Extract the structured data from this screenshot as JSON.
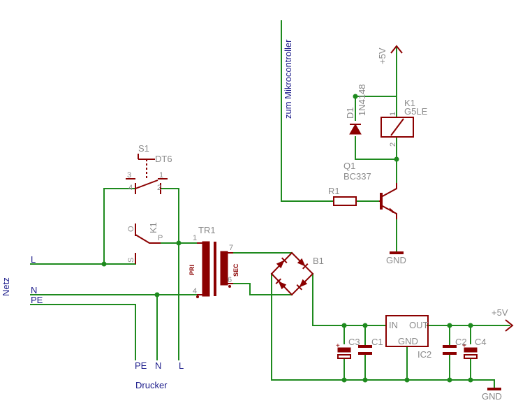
{
  "labels": {
    "netz": "Netz",
    "drucker": "Drucker",
    "mcu": "zum Mikrocontroller",
    "vcc_top": "+5V",
    "vcc_right": "+5V",
    "gnd_q1": "GND",
    "gnd_bottom": "GND",
    "net_L": "L",
    "net_N": "N",
    "net_PE": "PE",
    "out_PE": "PE",
    "out_N": "N",
    "out_L": "L"
  },
  "components": {
    "s1": {
      "name": "S1",
      "value": "DT6",
      "pin1": "1",
      "pin2": "2",
      "pin3": "3",
      "pin4": "4"
    },
    "k1_contact": {
      "name": "K1",
      "pin_o": "O",
      "pin_p": "P",
      "pin_s": "S"
    },
    "k1_coil": {
      "name": "K1",
      "value": "G5LE",
      "pin1": "1",
      "pin2": "2"
    },
    "d1": {
      "name": "D1",
      "value": "1N4148"
    },
    "q1": {
      "name": "Q1",
      "value": "BC337"
    },
    "r1": {
      "name": "R1"
    },
    "tr1": {
      "name": "TR1",
      "pri": "PRI",
      "sec": "SEC",
      "pin1": "1",
      "pin4": "4",
      "pin7": "7",
      "pin6": "6"
    },
    "b1": {
      "name": "B1"
    },
    "ic2": {
      "name": "IC2",
      "in": "IN",
      "out": "OUT",
      "gnd": "GND"
    },
    "c1": {
      "name": "C1"
    },
    "c2": {
      "name": "C2"
    },
    "c3": {
      "name": "C3"
    },
    "c4": {
      "name": "C4"
    }
  }
}
